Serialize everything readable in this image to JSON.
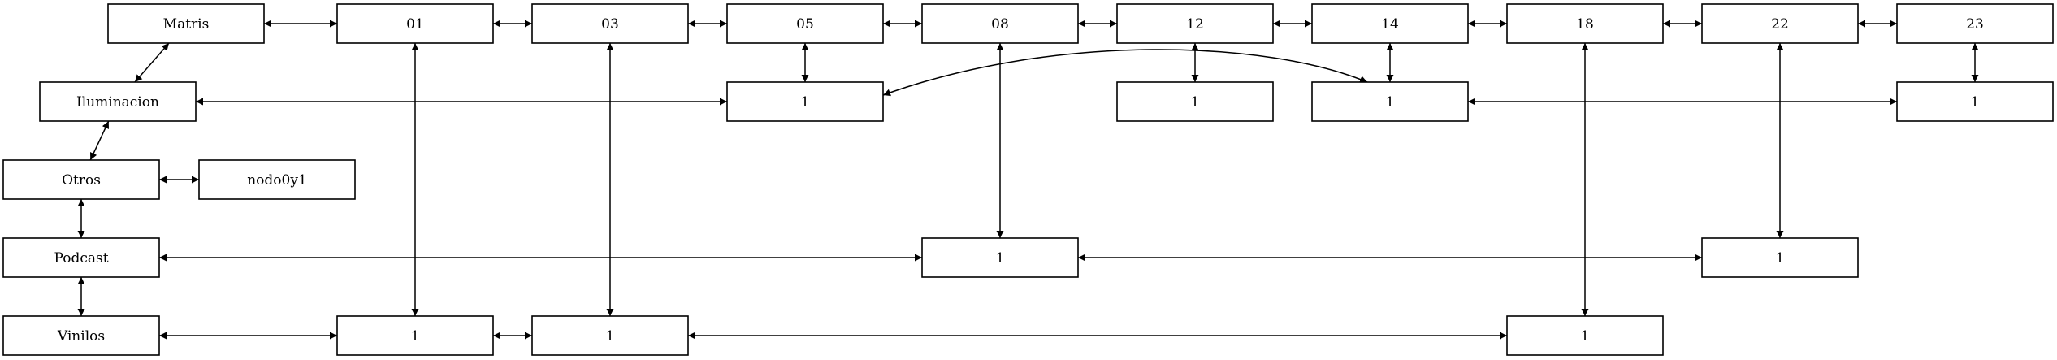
{
  "diagram": {
    "nodes": [
      {
        "id": "matris",
        "label": "Matris"
      },
      {
        "id": "h01",
        "label": "01"
      },
      {
        "id": "h03",
        "label": "03"
      },
      {
        "id": "h05",
        "label": "05"
      },
      {
        "id": "h08",
        "label": "08"
      },
      {
        "id": "h12",
        "label": "12"
      },
      {
        "id": "h14",
        "label": "14"
      },
      {
        "id": "h18",
        "label": "18"
      },
      {
        "id": "h22",
        "label": "22"
      },
      {
        "id": "h23",
        "label": "23"
      },
      {
        "id": "iluminacion",
        "label": "Iluminacion"
      },
      {
        "id": "i05",
        "label": "1"
      },
      {
        "id": "i12",
        "label": "1"
      },
      {
        "id": "i14",
        "label": "1"
      },
      {
        "id": "i23",
        "label": "1"
      },
      {
        "id": "otros",
        "label": "Otros"
      },
      {
        "id": "nodo0y1",
        "label": "nodo0y1"
      },
      {
        "id": "podcast",
        "label": "Podcast"
      },
      {
        "id": "p08",
        "label": "1"
      },
      {
        "id": "p22",
        "label": "1"
      },
      {
        "id": "vinilos",
        "label": "Vinilos"
      },
      {
        "id": "v01",
        "label": "1"
      },
      {
        "id": "v03",
        "label": "1"
      },
      {
        "id": "v18",
        "label": "1"
      }
    ],
    "edges": [
      {
        "from": "matris",
        "to": "h01"
      },
      {
        "from": "h01",
        "to": "h03"
      },
      {
        "from": "h03",
        "to": "h05"
      },
      {
        "from": "h05",
        "to": "h08"
      },
      {
        "from": "h08",
        "to": "h12"
      },
      {
        "from": "h12",
        "to": "h14"
      },
      {
        "from": "h14",
        "to": "h18"
      },
      {
        "from": "h18",
        "to": "h22"
      },
      {
        "from": "h22",
        "to": "h23"
      },
      {
        "from": "matris",
        "to": "iluminacion"
      },
      {
        "from": "iluminacion",
        "to": "otros"
      },
      {
        "from": "otros",
        "to": "podcast"
      },
      {
        "from": "podcast",
        "to": "vinilos"
      },
      {
        "from": "otros",
        "to": "nodo0y1"
      },
      {
        "from": "iluminacion",
        "to": "i05"
      },
      {
        "from": "i05",
        "to": "i14"
      },
      {
        "from": "i14",
        "to": "i23"
      },
      {
        "from": "h05",
        "to": "i05"
      },
      {
        "from": "h12",
        "to": "i12"
      },
      {
        "from": "h14",
        "to": "i14"
      },
      {
        "from": "h23",
        "to": "i23"
      },
      {
        "from": "podcast",
        "to": "p08"
      },
      {
        "from": "p08",
        "to": "p22"
      },
      {
        "from": "h08",
        "to": "p08"
      },
      {
        "from": "h22",
        "to": "p22"
      },
      {
        "from": "vinilos",
        "to": "v01"
      },
      {
        "from": "v01",
        "to": "v03"
      },
      {
        "from": "v03",
        "to": "v18"
      },
      {
        "from": "h01",
        "to": "v01"
      },
      {
        "from": "h03",
        "to": "v03"
      },
      {
        "from": "h18",
        "to": "v18"
      }
    ]
  }
}
